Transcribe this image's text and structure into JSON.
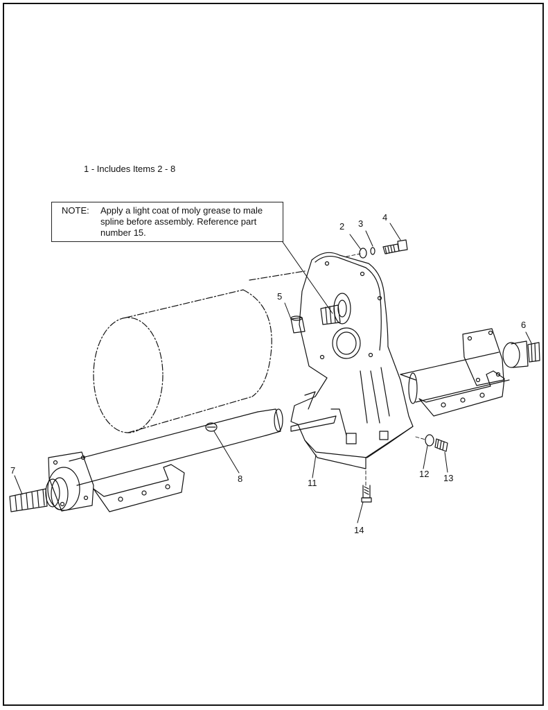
{
  "caption": "1 - Includes Items 2 - 8",
  "note": {
    "label": "NOTE:",
    "text": "Apply a light coat of moly grease to male spline before assembly. Reference part number 15."
  },
  "callouts": [
    "2",
    "3",
    "4",
    "5",
    "6",
    "7",
    "8",
    "11",
    "12",
    "13",
    "14"
  ]
}
